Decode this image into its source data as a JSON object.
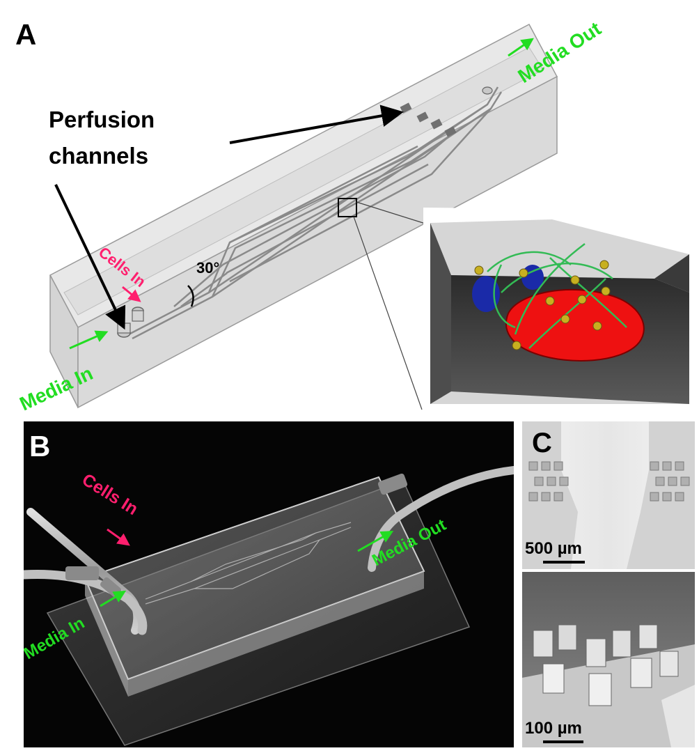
{
  "panel_a": {
    "letter": "A",
    "perfusion_label_line1": "Perfusion",
    "perfusion_label_line2": "channels",
    "cells_in": "Cells In",
    "media_in": "Media In",
    "media_out": "Media Out",
    "angle": "30°"
  },
  "panel_b": {
    "letter": "B",
    "cells_in": "Cells In",
    "media_in": "Media In",
    "media_out": "Media Out"
  },
  "panel_c": {
    "letter": "C",
    "scale_top": "500 µm",
    "scale_bottom": "100 µm"
  },
  "colors": {
    "cells": "#ff1f6e",
    "media": "#22dd22",
    "cell_body": "#ee1111",
    "nucleus": "#1a2aa8",
    "fiber": "#33bb55",
    "particle": "#c8b020"
  }
}
